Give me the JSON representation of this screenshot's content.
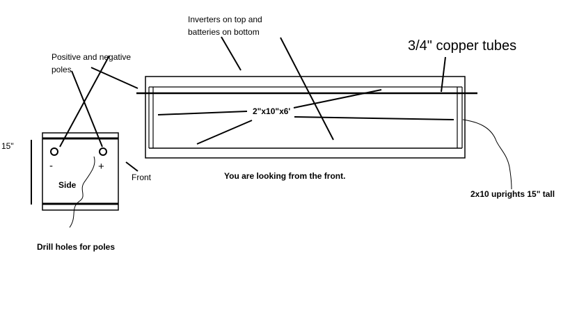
{
  "labels": {
    "inverters": [
      "Inverters on top and",
      "batteries on bottom"
    ],
    "copper_tubes": "3/4\" copper tubes",
    "poles": [
      "Positive and negative",
      "poles"
    ],
    "height": "15\"",
    "minus": "-",
    "plus": "+",
    "side": "Side",
    "front": "Front",
    "board": "2\"x10\"x6'",
    "looking": "You are looking from the front.",
    "uprights": "2x10 uprights 15\" tall",
    "drill": "Drill holes for poles"
  },
  "colors": {
    "ink": "#000000",
    "background": "#ffffff"
  }
}
